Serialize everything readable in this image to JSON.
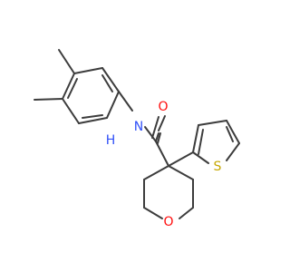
{
  "atoms": {
    "amide_oxygen": {
      "symbol": "O",
      "color": "#ff0d0d"
    },
    "amide_nitrogen": {
      "symbol": "N",
      "color": "#3050f8"
    },
    "amide_hydrogen": {
      "symbol": "H",
      "color": "#3050f8"
    },
    "sulfur": {
      "symbol": "S",
      "color": "#c6a700"
    },
    "ring_oxygen": {
      "symbol": "O",
      "color": "#ff0d0d"
    }
  },
  "colors": {
    "bond": "#3c3c3c",
    "background": "#ffffff"
  }
}
